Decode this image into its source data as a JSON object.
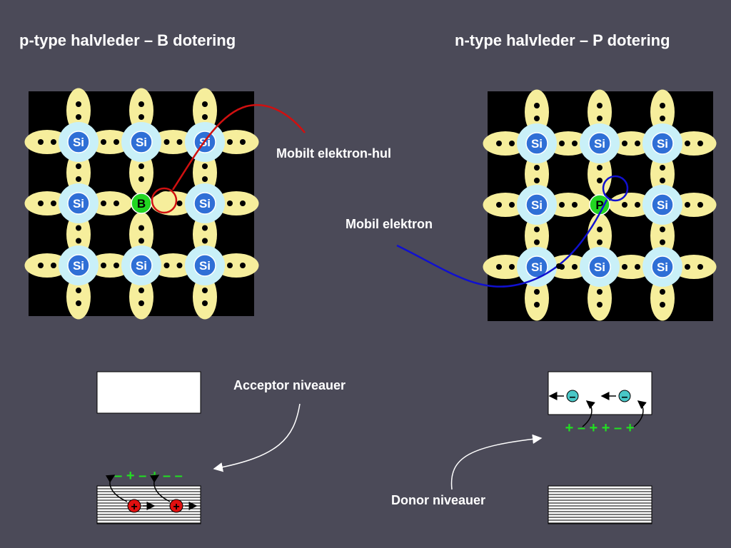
{
  "slide": {
    "title_left": "p-type halvleder – B dotering",
    "title_right": "n-type halvleder – P dotering"
  },
  "labels": {
    "hole": "Mobilt elektron-hul",
    "electron": "Mobil elektron",
    "acceptor": "Acceptor niveauer",
    "donor": "Donor niveauer"
  },
  "lattice_left": {
    "atoms": [
      "Si",
      "Si",
      "Si",
      "Si",
      "B",
      "Si",
      "Si",
      "Si",
      "Si"
    ],
    "dopant_index": 4
  },
  "lattice_right": {
    "atoms": [
      "Si",
      "Si",
      "Si",
      "Si",
      "P",
      "Si",
      "Si",
      "Si",
      "Si"
    ],
    "dopant_index": 4
  },
  "symbols": {
    "acceptor_levels": "– + – + – –",
    "donor_levels": "+ – + + – +",
    "plus": "+",
    "minus": "–"
  },
  "colors": {
    "background": "#4b4a58",
    "lattice_bg": "#000000",
    "bond": "#f6ee9c",
    "atom_halo": "#c9f0f8",
    "atom": "#2f6fd6",
    "dopant": "#22d622",
    "hole_curve": "#d01010",
    "electron_curve": "#1010d0",
    "level_marks": "#22e022",
    "hole_charge": "#e01010",
    "electron_charge": "#49c7c7"
  }
}
